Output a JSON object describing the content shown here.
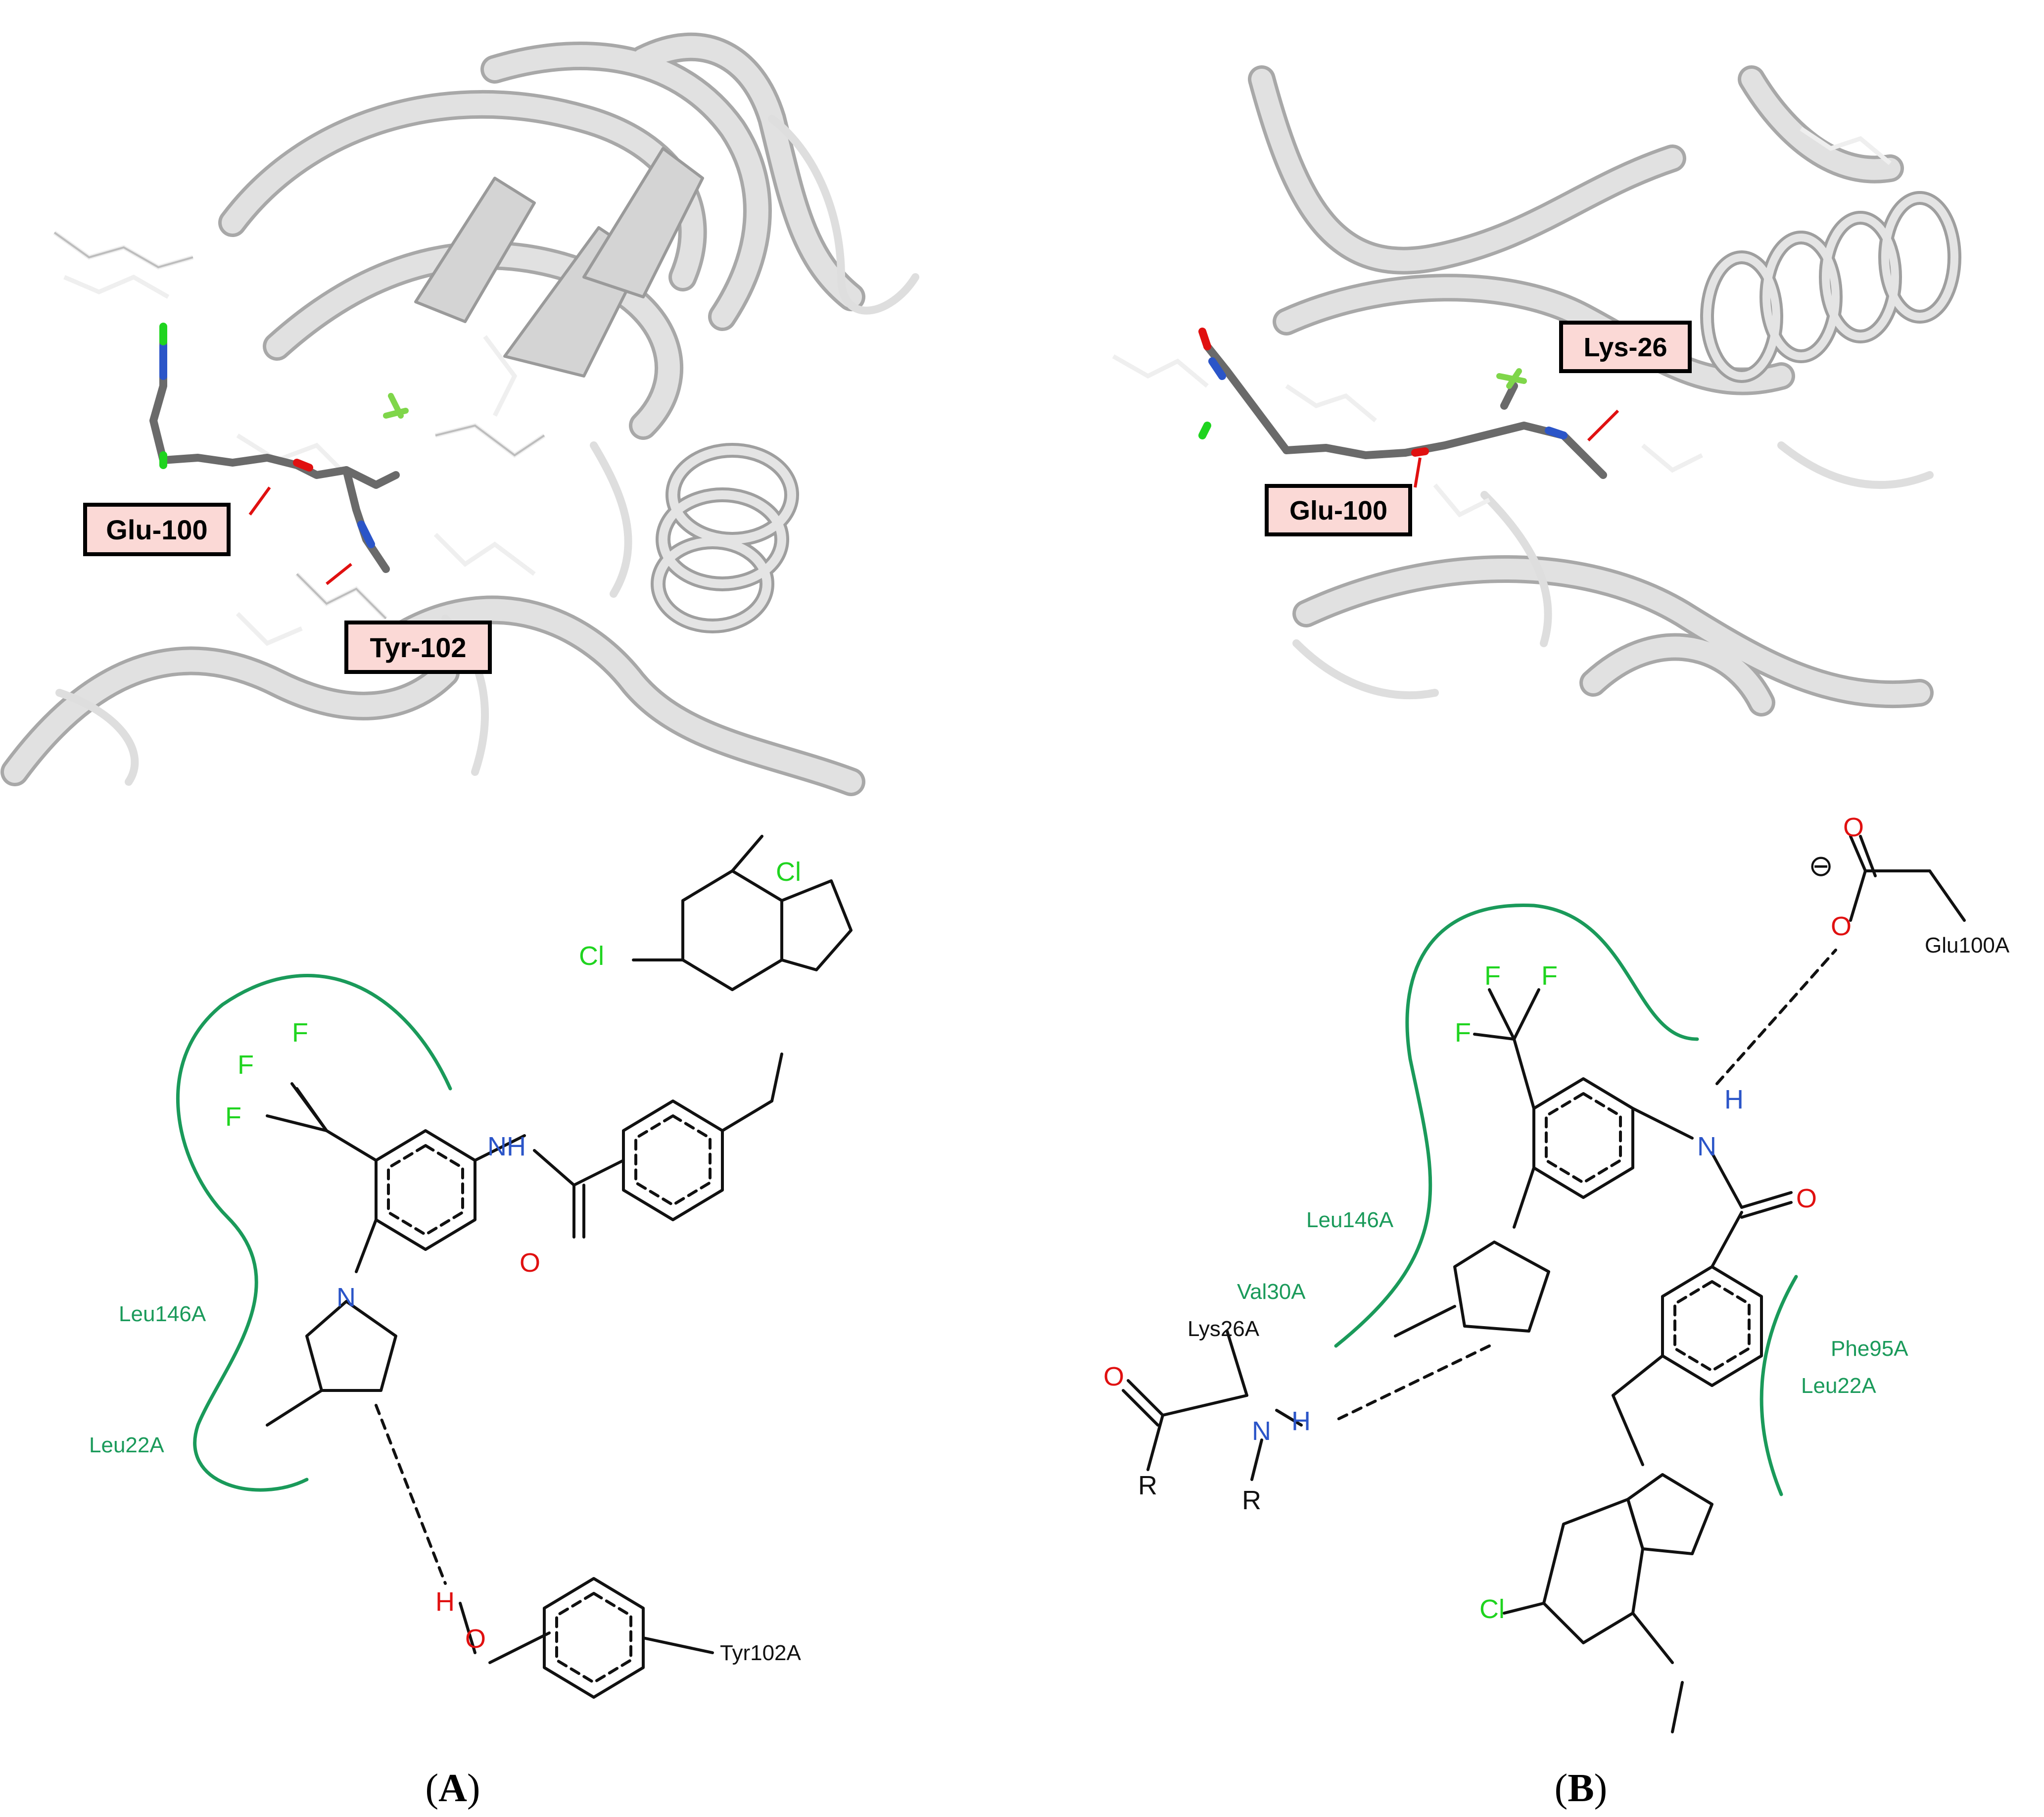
{
  "panel_a": {
    "caption": "A",
    "render_labels": {
      "glu": "Glu-100",
      "tyr": "Tyr-102"
    },
    "diagram": {
      "hydrophobic_residues": [
        "Leu146A",
        "Leu22A"
      ],
      "hbond_partner": "Tyr102A",
      "atoms": {
        "cl1": "Cl",
        "cl2": "Cl",
        "f1": "F",
        "f2": "F",
        "f3": "F",
        "nh": "NH",
        "o_amide": "O",
        "o_tyr": "O",
        "h_tyr": "H",
        "n": "N"
      }
    }
  },
  "panel_b": {
    "caption": "B",
    "render_labels": {
      "glu": "Glu-100",
      "lys": "Lys-26"
    },
    "diagram": {
      "hydrophobic_residues": [
        "Leu146A",
        "Val30A",
        "Phe95A",
        "Leu22A"
      ],
      "lys_residue": "Lys26A",
      "glu_residue": "Glu100A",
      "charge": "⊖",
      "atoms": {
        "cl": "Cl",
        "f1": "F",
        "f2": "F",
        "f3": "F",
        "n": "N",
        "h": "H",
        "o": "O",
        "r": "R"
      }
    }
  },
  "colors": {
    "ribbon": "#d9d9d9",
    "ribbon_edge": "#a8a8a8",
    "ligand": "#707070",
    "nitrogen": "#2b55c8",
    "oxygen": "#e01010",
    "halogen": "#1fd41f",
    "hydrophobic": "#1a9a5a",
    "label_fill": "#fbd9d6",
    "bond": "#111111"
  }
}
